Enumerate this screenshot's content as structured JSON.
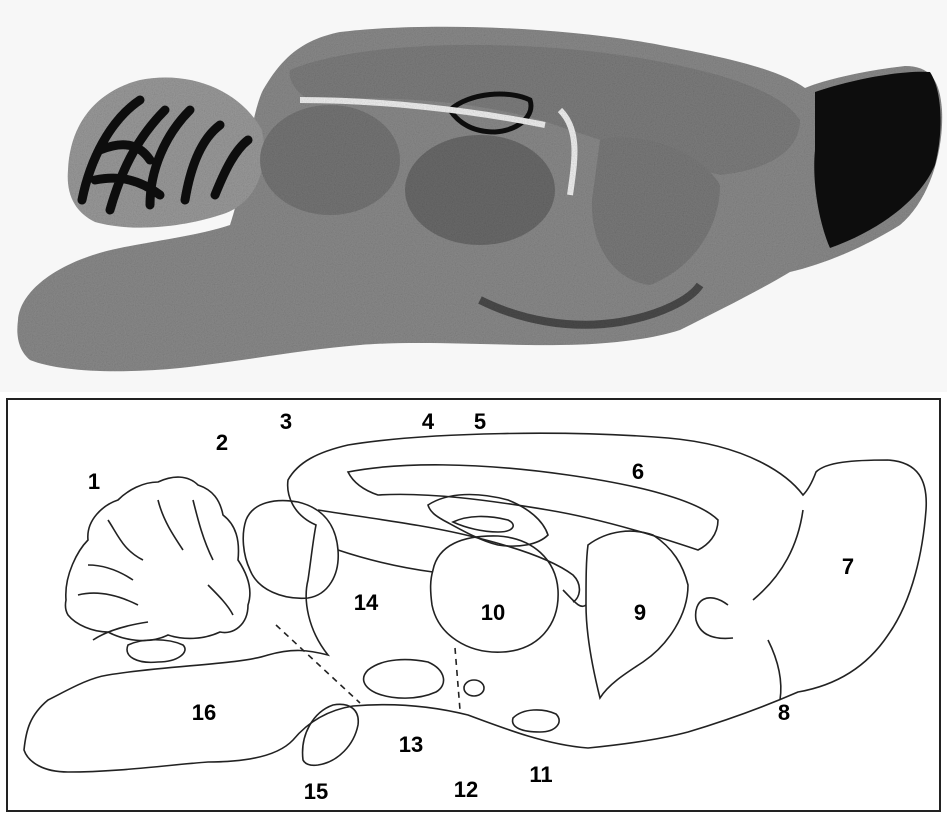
{
  "colors": {
    "background": "#ffffff",
    "photo_background": "#f7f7f7",
    "tissue_gray": "#8a8a8a",
    "tissue_dark": "#555555",
    "stain_black": "#111111",
    "outline": "#222222"
  },
  "labels": {
    "l1": "1",
    "l2": "2",
    "l3": "3",
    "l4": "4",
    "l5": "5",
    "l6": "6",
    "l7": "7",
    "l8": "8",
    "l9": "9",
    "l10": "10",
    "l11": "11",
    "l12": "12",
    "l13": "13",
    "l14": "14",
    "l15": "15",
    "l16": "16"
  }
}
